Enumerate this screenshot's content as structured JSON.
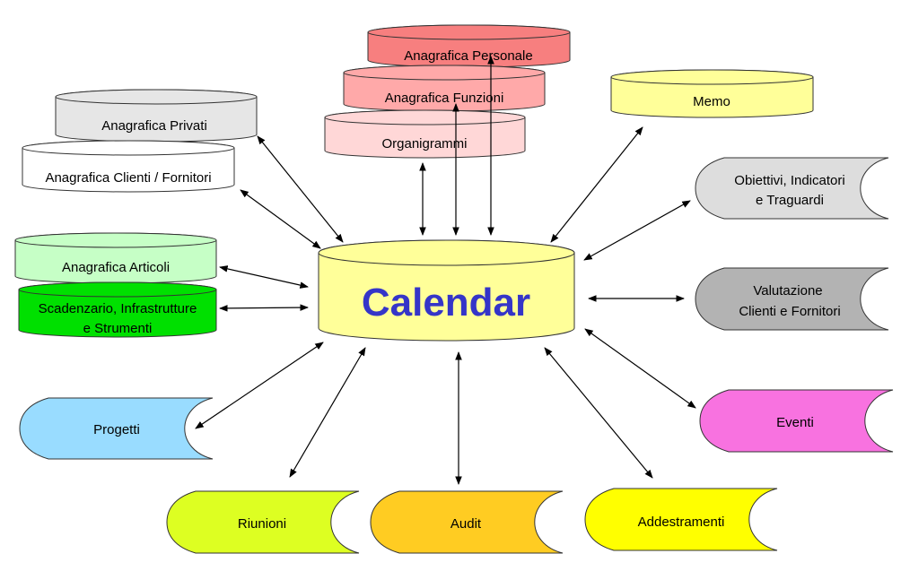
{
  "center": {
    "label": "Calendar",
    "color": "#ffff99",
    "text_color": "#3535c8"
  },
  "cylinders": {
    "personale": {
      "label": "Anagrafica Personale",
      "color": "#f77f7f"
    },
    "funzioni": {
      "label": "Anagrafica Funzioni",
      "color": "#ffa9a9"
    },
    "organigrammi": {
      "label": "Organigrammi",
      "color": "#ffd7d7"
    },
    "memo": {
      "label": "Memo",
      "color": "#ffff99"
    },
    "privati": {
      "label": "Anagrafica Privati",
      "color": "#e6e6e6"
    },
    "clienti": {
      "label": "Anagrafica Clienti / Fornitori",
      "color": "#ffffff"
    },
    "articoli": {
      "label": "Anagrafica Articoli",
      "color": "#c6ffc6"
    },
    "scadenzario": {
      "line1": "Scadenzario, Infrastrutture",
      "line2": "e Strumenti",
      "color": "#00e000"
    }
  },
  "stores": {
    "obiettivi": {
      "line1": "Obiettivi, Indicatori",
      "line2": "e Traguardi",
      "color": "#dddddd"
    },
    "valutazione": {
      "line1": "Valutazione",
      "line2": "Clienti e Fornitori",
      "color": "#b3b3b3"
    },
    "eventi": {
      "label": "Eventi",
      "color": "#f872e0"
    },
    "progetti": {
      "label": "Progetti",
      "color": "#99dcff"
    },
    "riunioni": {
      "label": "Riunioni",
      "color": "#ddff22"
    },
    "audit": {
      "label": "Audit",
      "color": "#ffcc22"
    },
    "addestramenti": {
      "label": "Addestramenti",
      "color": "#ffff00"
    }
  }
}
